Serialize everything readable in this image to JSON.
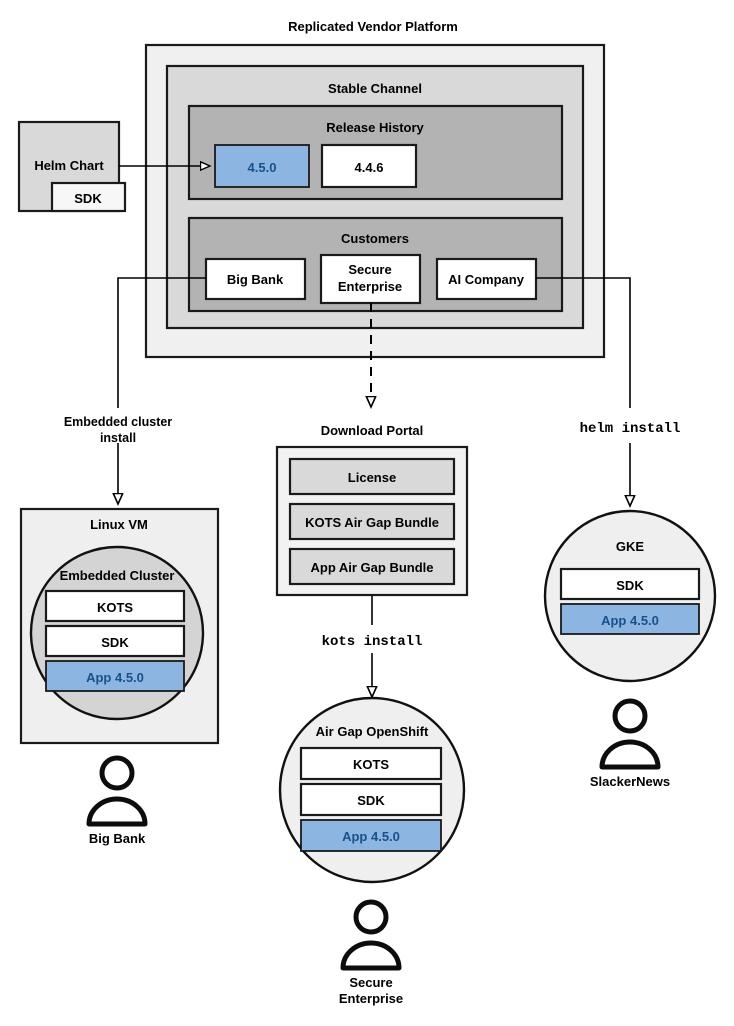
{
  "title": "Replicated Vendor Platform",
  "platform": {
    "title": "Replicated Vendor Platform",
    "channel": {
      "title": "Stable Channel",
      "release_history": {
        "title": "Release History",
        "releases": [
          {
            "version": "4.5.0",
            "highlighted": true
          },
          {
            "version": "4.4.6",
            "highlighted": false
          }
        ]
      },
      "customers": {
        "title": "Customers",
        "items": [
          {
            "name": "Big Bank",
            "lines": [
              "Big Bank"
            ]
          },
          {
            "name": "Secure Enterprise",
            "lines": [
              "Secure",
              "Enterprise"
            ]
          },
          {
            "name": "AI Company",
            "lines": [
              "AI Company"
            ]
          }
        ]
      }
    }
  },
  "helm_chart": {
    "title": "Helm Chart",
    "sdk_label": "SDK"
  },
  "edges": {
    "embedded_install": {
      "lines": [
        "Embedded cluster",
        "install"
      ]
    },
    "helm_install": "helm install",
    "kots_install": "kots install"
  },
  "linux_vm": {
    "title": "Linux VM",
    "cluster_title": "Embedded Cluster",
    "components": [
      {
        "label": "KOTS",
        "highlighted": false
      },
      {
        "label": "SDK",
        "highlighted": false
      },
      {
        "label": "App 4.5.0",
        "highlighted": true
      }
    ],
    "user": "Big Bank"
  },
  "download_portal": {
    "title": "Download Portal",
    "items": [
      "License",
      "KOTS Air Gap Bundle",
      "App Air Gap Bundle"
    ]
  },
  "airgap_openshift": {
    "title": "Air Gap OpenShift",
    "components": [
      {
        "label": "KOTS",
        "highlighted": false
      },
      {
        "label": "SDK",
        "highlighted": false
      },
      {
        "label": "App 4.5.0",
        "highlighted": true
      }
    ],
    "user_lines": [
      "Secure",
      "Enterprise"
    ]
  },
  "gke": {
    "title": "GKE",
    "components": [
      {
        "label": "SDK",
        "highlighted": false
      },
      {
        "label": "App 4.5.0",
        "highlighted": true
      }
    ],
    "user": "SlackerNews"
  },
  "colors": {
    "highlight_fill": "#8db5e2",
    "highlight_stroke": "#2a6099",
    "highlight_text": "#17518c",
    "outer_fill": "#f0f0f0",
    "channel_fill": "#d9d9d9",
    "history_fill": "#b3b3b3",
    "cluster_fill": "#d4d4d4",
    "white": "#ffffff",
    "stroke": "#1a1a1a"
  }
}
